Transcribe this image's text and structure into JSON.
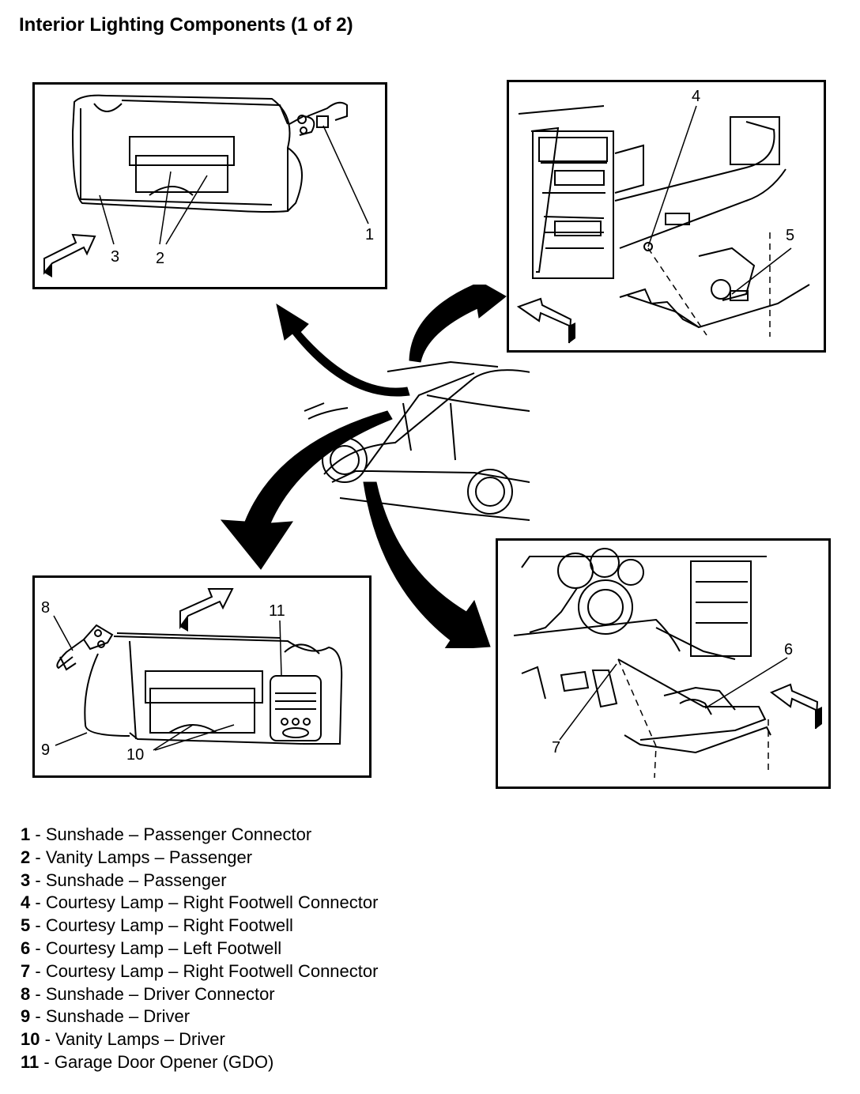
{
  "title": "Interior Lighting Components (1 of 2)",
  "callouts": {
    "tl": [
      "1",
      "2",
      "3"
    ],
    "tr": [
      "4",
      "5"
    ],
    "bl": [
      "8",
      "11",
      "9",
      "10"
    ],
    "br": [
      "6",
      "7"
    ]
  },
  "legend": [
    {
      "num": "1",
      "sep": " - ",
      "text": "Sunshade – Passenger Connector"
    },
    {
      "num": "2",
      "sep": " - ",
      "text": "Vanity Lamps – Passenger"
    },
    {
      "num": "3",
      "sep": " - ",
      "text": "Sunshade – Passenger"
    },
    {
      "num": "4",
      "sep": " - ",
      "text": "Courtesy Lamp – Right Footwell Connector"
    },
    {
      "num": "5",
      "sep": " - ",
      "text": "Courtesy Lamp – Right Footwell"
    },
    {
      "num": "6",
      "sep": " - ",
      "text": "Courtesy Lamp – Left Footwell"
    },
    {
      "num": "7",
      "sep": " - ",
      "text": "Courtesy Lamp – Right Footwell Connector"
    },
    {
      "num": "8",
      "sep": " - ",
      "text": "Sunshade – Driver Connector"
    },
    {
      "num": "9",
      "sep": " - ",
      "text": "Sunshade – Driver"
    },
    {
      "num": "10",
      "sep": " - ",
      "text": "Vanity Lamps – Driver"
    },
    {
      "num": "11",
      "sep": " - ",
      "text": "Garage Door Opener (GDO)"
    }
  ]
}
